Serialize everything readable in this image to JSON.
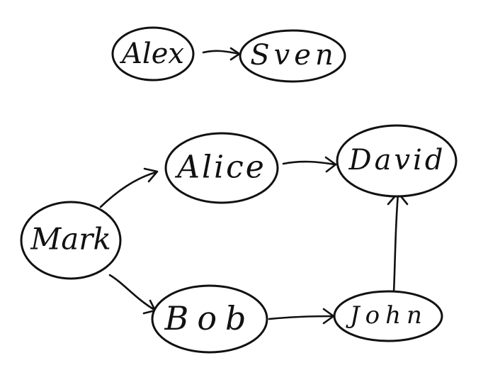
{
  "diagram": {
    "nodes": [
      {
        "id": "alex",
        "label": "Alex"
      },
      {
        "id": "sven",
        "label": "Sven"
      },
      {
        "id": "alice",
        "label": "Alice"
      },
      {
        "id": "david",
        "label": "David"
      },
      {
        "id": "mark",
        "label": "Mark"
      },
      {
        "id": "bob",
        "label": "Bob"
      },
      {
        "id": "john",
        "label": "John"
      }
    ],
    "edges": [
      {
        "from": "alex",
        "to": "sven"
      },
      {
        "from": "mark",
        "to": "alice"
      },
      {
        "from": "mark",
        "to": "bob"
      },
      {
        "from": "alice",
        "to": "david"
      },
      {
        "from": "bob",
        "to": "john"
      },
      {
        "from": "john",
        "to": "david"
      }
    ],
    "colors": {
      "stroke": "#111111",
      "background": "#ffffff"
    }
  }
}
